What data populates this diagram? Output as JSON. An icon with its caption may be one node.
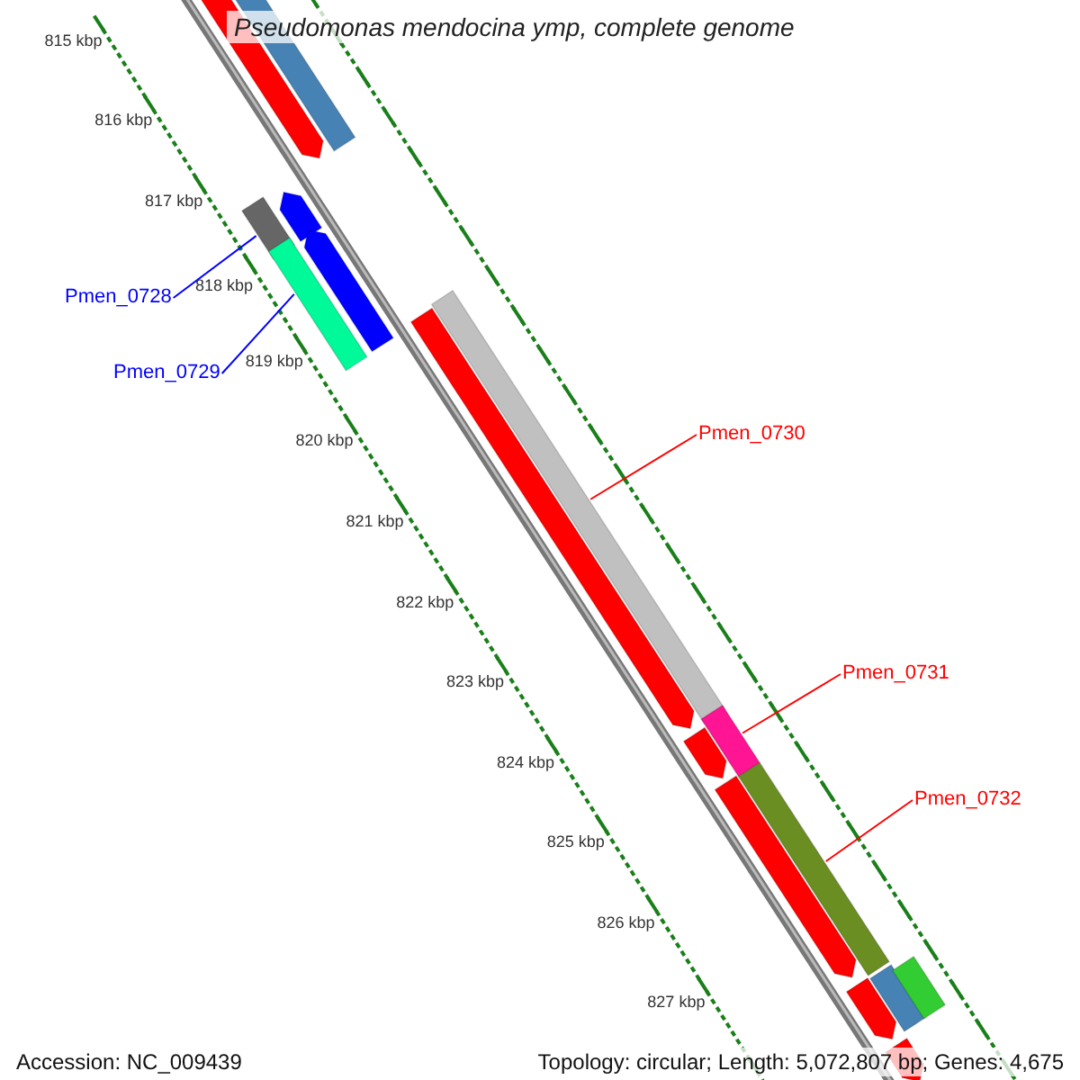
{
  "diagram": {
    "title": "Pseudomonas mendocina ymp, complete genome",
    "nodes": [
      {
        "text": [
          "Pmen_0728"
        ]
      },
      {
        "text": [
          "Pmen_0729"
        ]
      },
      {
        "text": [
          "Pmen_0730"
        ]
      },
      {
        "text": [
          "Pmen_0731"
        ]
      },
      {
        "text": [
          "Pmen_0732"
        ]
      },
      {
        "text": [],
        "shape": "bar"
      },
      {
        "text": [],
        "shape": "bar"
      },
      {
        "text": [],
        "shape": "bar"
      },
      {
        "text": [],
        "shape": "bar"
      },
      {
        "text": [],
        "shape": "bar"
      }
    ],
    "edges": [
      {
        "from": 0,
        "to": 5,
        "arrow": "none",
        "color": "#0000ff"
      },
      {
        "from": 1,
        "to": 6,
        "arrow": "none",
        "color": "#0000ff"
      },
      {
        "from": 2,
        "to": 7,
        "arrow": "none"
      },
      {
        "from": 3,
        "to": 8,
        "arrow": "none"
      },
      {
        "from": 4,
        "to": 9,
        "arrow": "none"
      }
    ],
    "labels": [
      "815 kbp",
      "816 kbp",
      "817 kbp",
      "818 kbp",
      "819 kbp",
      "820 kbp",
      "821 kbp",
      "822 kbp",
      "823 kbp",
      "824 kbp",
      "825 kbp",
      "826 kbp",
      "827 kbp",
      "Accession: NC_009439",
      "Topology: circular; Length: 5,072,807 bp; Genes: 4,675"
    ]
  }
}
